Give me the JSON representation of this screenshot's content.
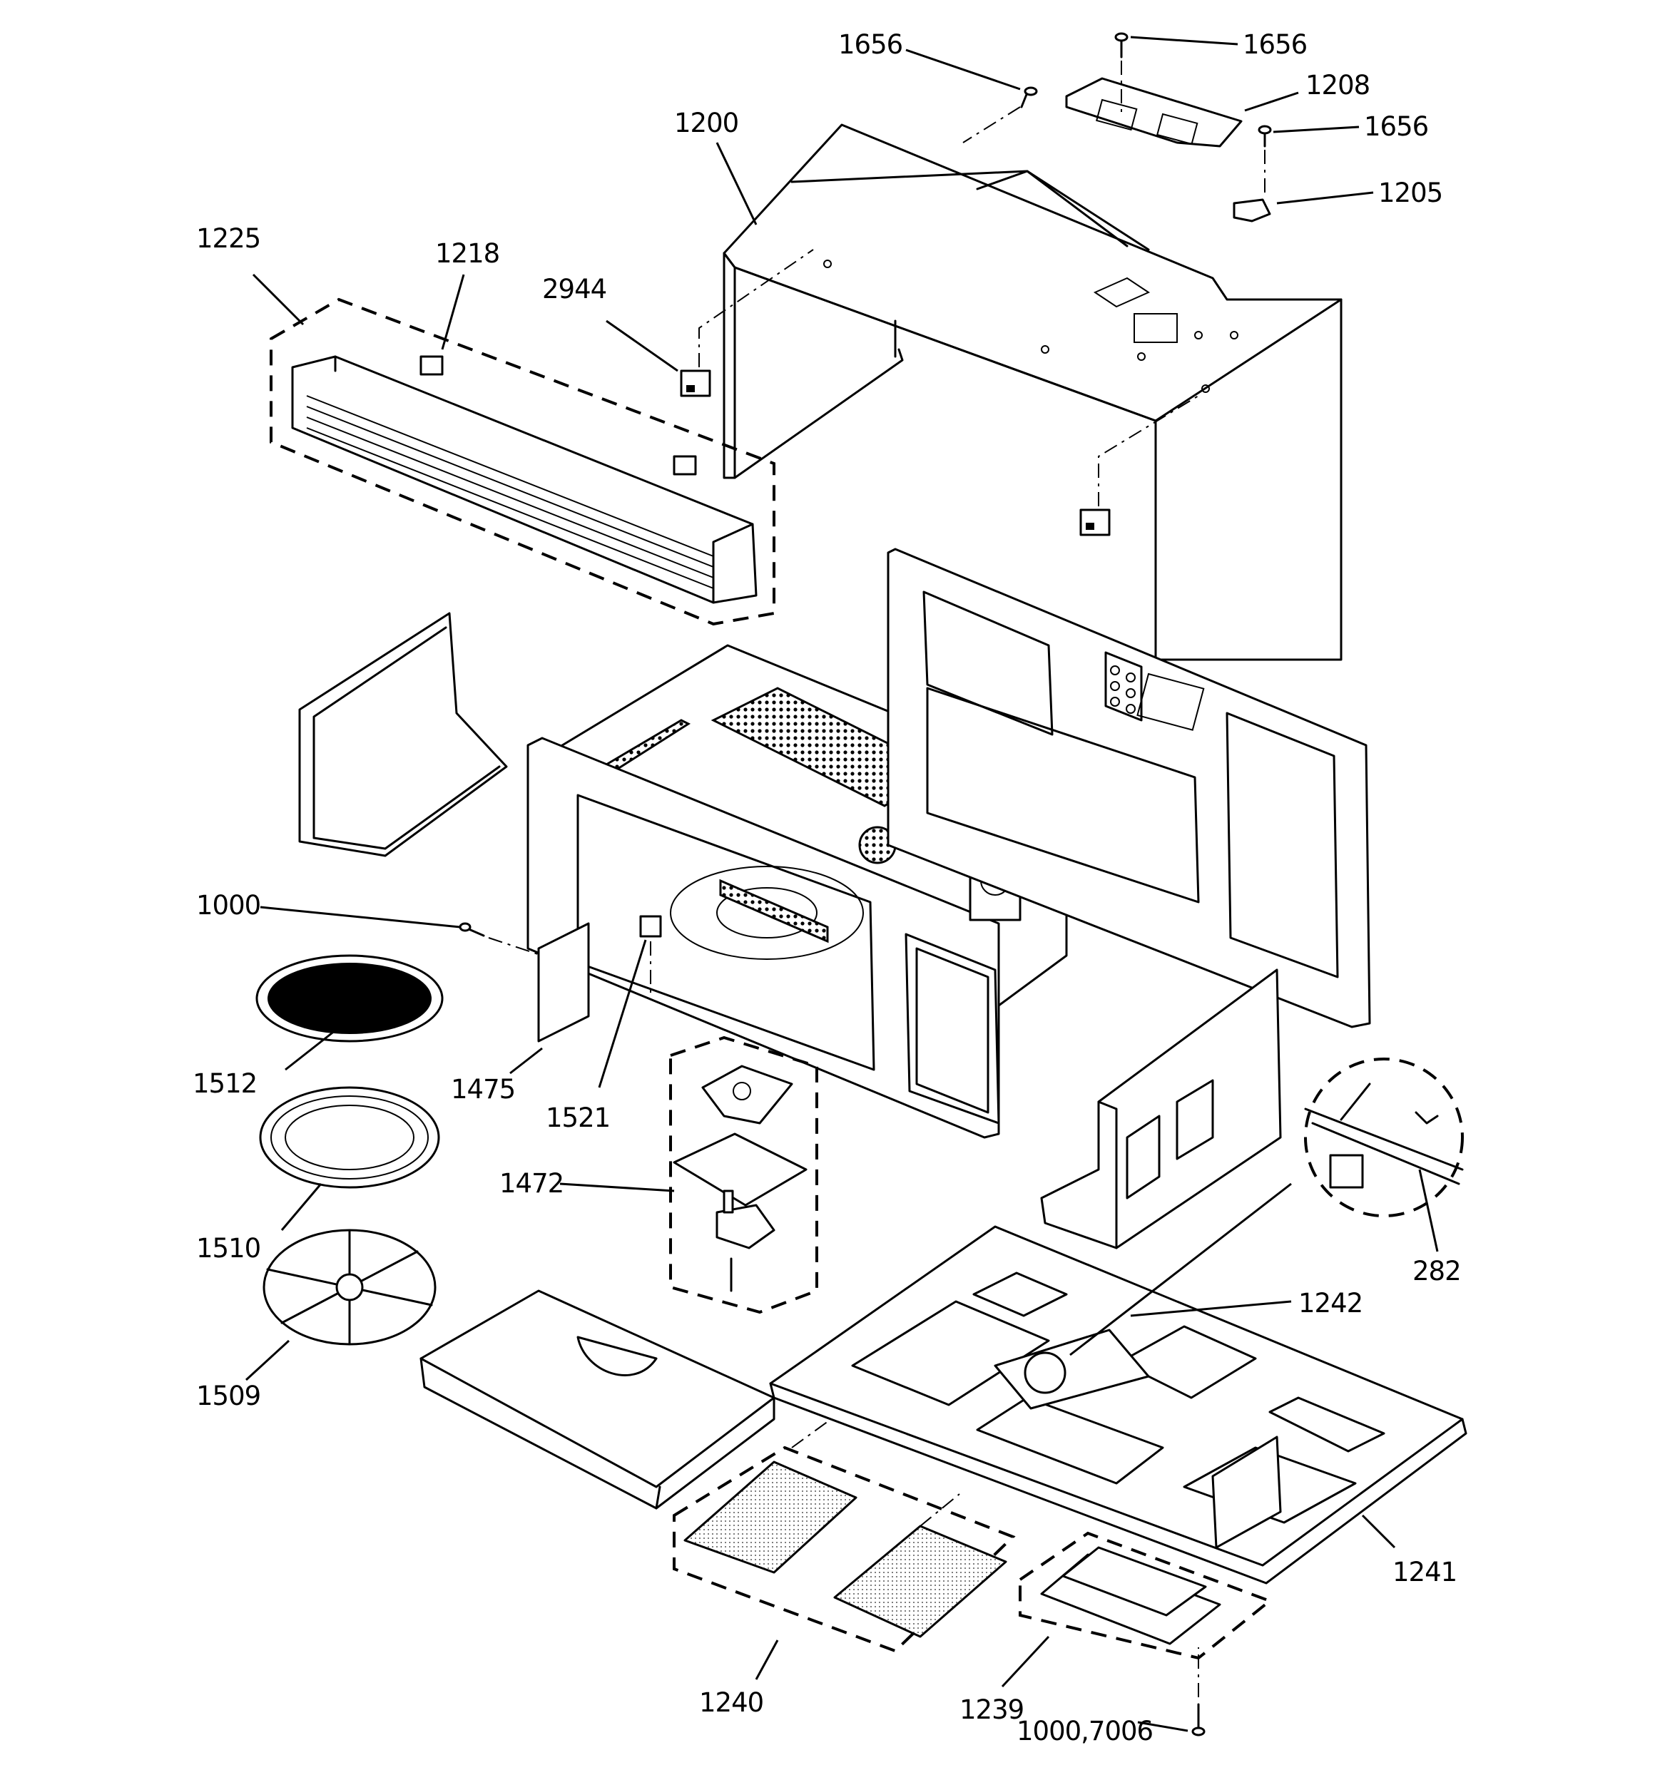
{
  "labels": {
    "l1656a": "1656",
    "l1656b": "1656",
    "l1208": "1208",
    "l1656c": "1656",
    "l1200": "1200",
    "l1205": "1205",
    "l1225": "1225",
    "l1218": "1218",
    "l2944": "2944",
    "l1000a": "1000",
    "l1512": "1512",
    "l1475": "1475",
    "l1521": "1521",
    "l1472": "1472",
    "l1510": "1510",
    "l282": "282",
    "l1242": "1242",
    "l1509": "1509",
    "l1241": "1241",
    "l1240": "1240",
    "l1239": "1239",
    "l1000b": "1000,7006"
  }
}
